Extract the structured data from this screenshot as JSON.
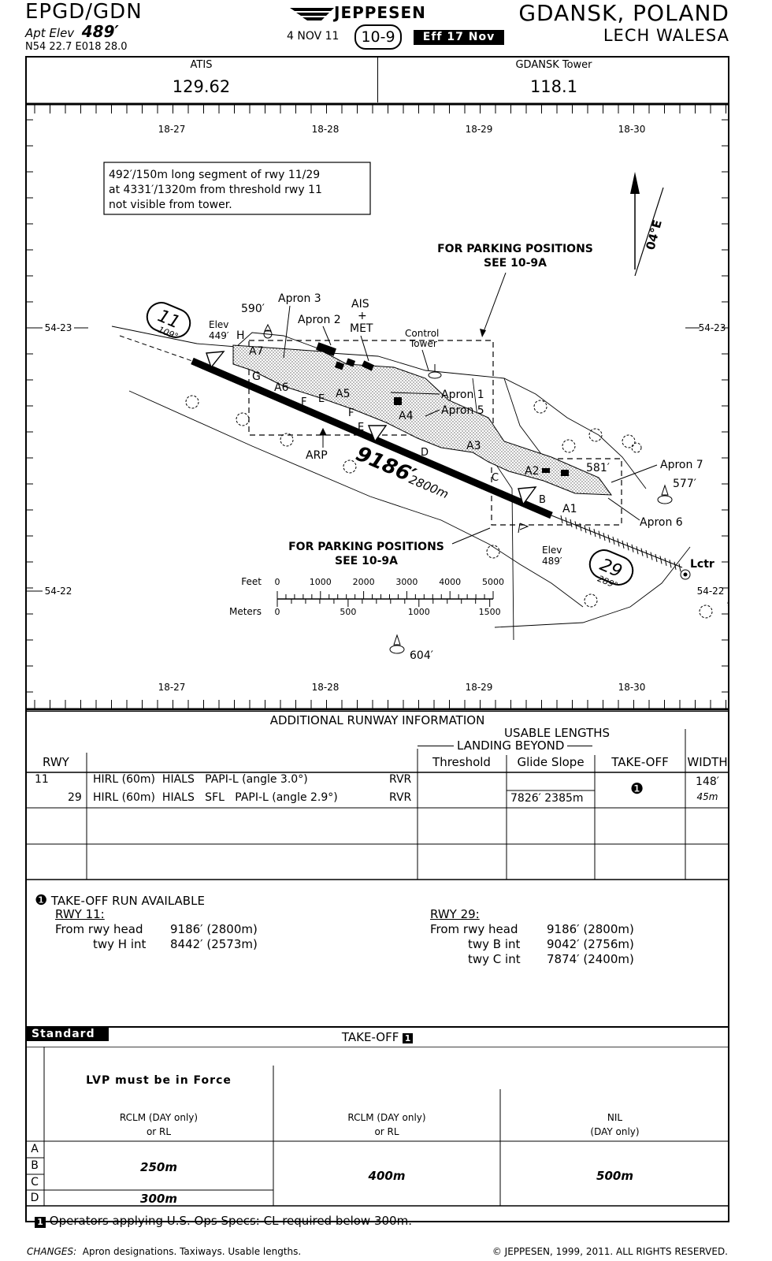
{
  "header": {
    "icao_iata": "EPGD/GDN",
    "apt_elev_label": "Apt Elev",
    "apt_elev_value": "489′",
    "coords": "N54 22.7  E018 28.0",
    "brand": "JEPPESEN",
    "date": "4 NOV 11",
    "chart_no": "10-9",
    "effective": "Eff 17 Nov",
    "city": "GDANSK, POLAND",
    "airport": "LECH WALESA"
  },
  "frequencies": [
    {
      "name": "ATIS",
      "value": "129.62"
    },
    {
      "name": "GDANSK Tower",
      "value": "118.1"
    }
  ],
  "map": {
    "longitudes": [
      "18-27",
      "18-28",
      "18-29",
      "18-30"
    ],
    "latitudes": [
      "54-23",
      "54-22"
    ],
    "notice": [
      "492′/150m long segment of rwy 11/29",
      "at 4331′/1320m from threshold rwy 11",
      "not visible from tower."
    ],
    "variation": "04°E",
    "parking_note_top": [
      "FOR PARKING POSITIONS",
      "SEE 10-9A"
    ],
    "parking_note_bottom": [
      "FOR PARKING POSITIONS",
      "SEE 10-9A"
    ],
    "runway_length": "9186′",
    "runway_length_m": "2800m",
    "rwy11": {
      "number": "11",
      "heading": "109°"
    },
    "rwy29": {
      "number": "29",
      "heading": "289°"
    },
    "labels": {
      "apron3": "Apron 3",
      "apron2": "Apron 2",
      "ais": "AIS",
      "plus": "+",
      "met": "MET",
      "control_tower": [
        "Control",
        "Tower"
      ],
      "apron1": "Apron 1",
      "apron5": "Apron 5",
      "apron7": "Apron 7",
      "apron6": "Apron 6",
      "arp": "ARP",
      "lctr": "Lctr",
      "elev_left": [
        "Elev",
        "449′"
      ],
      "elev_right": [
        "Elev",
        "489′"
      ],
      "obst590": "590′",
      "obst581": "581′",
      "obst577": "577′",
      "obst604": "604′",
      "twy": [
        "H",
        "A7",
        "G",
        "A6",
        "F",
        "E",
        "A5",
        "A4",
        "F",
        "E",
        "D",
        "A3",
        "A2",
        "C",
        "B",
        "A1"
      ]
    },
    "scale": {
      "feet_label": "Feet",
      "meters_label": "Meters",
      "feet_ticks": [
        "0",
        "1000",
        "2000",
        "3000",
        "4000",
        "5000"
      ],
      "meter_ticks": [
        "0",
        "500",
        "1000",
        "1500"
      ]
    }
  },
  "runway_info": {
    "title": "ADDITIONAL RUNWAY INFORMATION",
    "usable_lengths": "USABLE LENGTHS",
    "landing_beyond": "LANDING BEYOND",
    "col_rwy": "RWY",
    "col_threshold": "Threshold",
    "col_glideslope": "Glide Slope",
    "col_takeoff": "TAKE-OFF",
    "col_width": "WIDTH",
    "rows": [
      {
        "rwy": "11",
        "lights": "HIRL (60m)  HIALS   PAPI-L (angle 3.0°)",
        "rvr": "RVR",
        "threshold": "",
        "glideslope": "",
        "takeoff": "❶",
        "width": "148′",
        "width_m": "45m"
      },
      {
        "rwy": "29",
        "lights": "HIRL (60m)  HIALS   SFL   PAPI-L (angle 2.9°)",
        "rvr": "RVR",
        "threshold": "",
        "glideslope": "7826′ 2385m"
      }
    ]
  },
  "takeoff_run": {
    "title": "TAKE-OFF RUN AVAILABLE",
    "marker": "❶",
    "rwy11": {
      "heading": "RWY 11:",
      "items": [
        {
          "label": "From rwy head",
          "value": "9186′ (2800m)"
        },
        {
          "label": "twy H int",
          "value": "8442′ (2573m)"
        }
      ]
    },
    "rwy29": {
      "heading": "RWY 29:",
      "items": [
        {
          "label": "From rwy head",
          "value": "9186′ (2800m)"
        },
        {
          "label": "twy B int",
          "value": "9042′ (2756m)"
        },
        {
          "label": "twy C int",
          "value": "7874′ (2400m)"
        }
      ]
    }
  },
  "takeoff_minima": {
    "tab": "Standard",
    "title": "TAKE-OFF",
    "title_marker": "1",
    "lvp": "LVP must be in Force",
    "col1": [
      "RCLM (DAY only)",
      "or RL"
    ],
    "col2": [
      "RCLM (DAY only)",
      "or RL"
    ],
    "col3": [
      "NIL",
      "(DAY only)"
    ],
    "categories": [
      "A",
      "B",
      "C",
      "D"
    ],
    "abc_value": "250m",
    "d_value": "300m",
    "col2_value": "400m",
    "col3_value": "500m",
    "footnote_marker": "1",
    "footnote": "Operators applying U.S. Ops Specs: CL required below 300m."
  },
  "footer": {
    "changes_label": "CHANGES:",
    "changes": "Apron designations. Taxiways. Usable lengths.",
    "copyright": "© JEPPESEN, 1999, 2011. ALL RIGHTS RESERVED."
  }
}
